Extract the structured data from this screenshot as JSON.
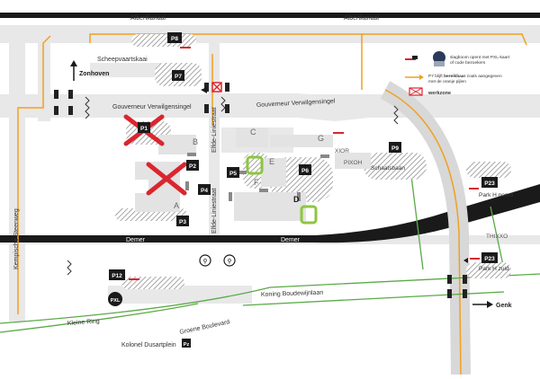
{
  "map": {
    "streets": {
      "albertkanaal_left": "Albertkanaal",
      "albertkanaal_right": "Albertkanaal",
      "scheepvaartskaai": "Scheepvaartskaai",
      "gouverneur_left": "Gouverneur Verwilgensingel",
      "gouverneur_right": "Gouverneur Verwilgensingel",
      "kempische": "Kempische Steenweg",
      "elfde_left": "Elfde-Liniestraat",
      "elfde_right": "Elfde-Liniestraat",
      "demer_left": "Demer",
      "demer_right": "Demer",
      "koning": "Koning Boudewijnlaan",
      "kleine_ring": "Kleine Ring",
      "groene": "Groene Boulevard",
      "kolonel": "Kolonel Dusartplein"
    },
    "directions": {
      "zonhoven": "Zonhoven",
      "genk": "Genk"
    },
    "parkings": {
      "p1": "P1",
      "p2": "P2",
      "p3": "P3",
      "p4": "P4",
      "p5": "P5",
      "p6": "P6",
      "p7": "P7",
      "p8": "P8",
      "p9": "P9",
      "p12": "P12",
      "p23a": "P23",
      "p23b": "P23",
      "pz": "Pz"
    },
    "buildings": {
      "a": "A",
      "b": "B",
      "c": "C",
      "d": "D",
      "e": "E",
      "f": "F",
      "g": "G"
    },
    "places": {
      "xior": "XIOR",
      "pikoh": "PIXOH",
      "schaatsbaan": "Schaatsbaan",
      "park_h_noord": "Park H noord",
      "park_h_zuid": "Park H zuid",
      "thixxo": "THIXXO",
      "pxl": "PXL"
    },
    "legend": {
      "barrier_line1": "slagboom opent met PXL-kaart",
      "barrier_line2": "of code bezoekers",
      "p7_prefix": "P7 blijft ",
      "p7_bold": "bereikbaar",
      "p7_suffix": " zoals aangegeven",
      "p7_line2": "met de oranje pijlen",
      "werkzone": "werkzone"
    },
    "colors": {
      "road": "#e6e6e6",
      "canal": "#1a1a1a",
      "orange": "#f0a020",
      "green": "#5aaa46",
      "lime": "#8cc63f",
      "red": "#d9262f",
      "hatch": "#9b9b9b"
    }
  }
}
